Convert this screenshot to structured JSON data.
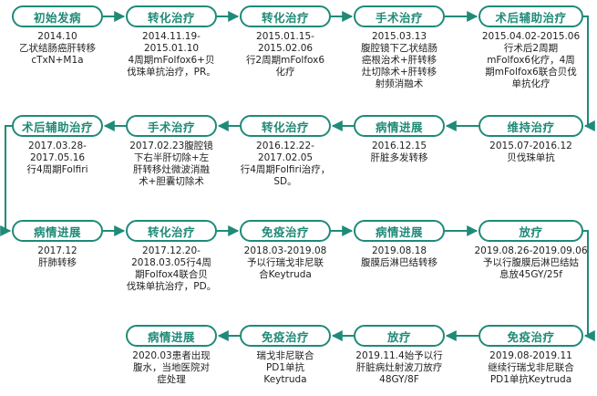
{
  "colors": {
    "accent": "#1f8a78",
    "text": "#222222"
  },
  "rows": [
    {
      "direction": "ltr",
      "steps": [
        {
          "label": "初始发病",
          "desc": "2014.10\n乙状结肠癌肝转移\ncTxN+M1a"
        },
        {
          "label": "转化治疗",
          "desc": "2014.11.19-\n2015.01.10\n4周期mFolfox6+贝\n伐珠单抗治疗，PR。"
        },
        {
          "label": "转化治疗",
          "desc": "2015.01.15-\n2015.02.06\n行2周期mFolfox6\n化疗"
        },
        {
          "label": "手术治疗",
          "desc": "2015.03.13\n腹腔镜下乙状结肠\n癌根治术+肝转移\n灶切除术+肝转移\n射频消融术"
        },
        {
          "label": "术后辅助治疗",
          "desc": "2015.04.02-2015.06\n行术后2周期\nmFolfox6化疗，4周\n期mFolfox6联合贝伐\n单抗化疗"
        }
      ]
    },
    {
      "direction": "rtl",
      "steps": [
        {
          "label": "维持治疗",
          "desc": "2015.07-2016.12\n贝伐珠单抗"
        },
        {
          "label": "病情进展",
          "desc": "2016.12.15\n肝脏多发转移"
        },
        {
          "label": "转化治疗",
          "desc": "2016.12.22-\n2017.02.05\n行4周期Folfiri治疗，\nSD。"
        },
        {
          "label": "手术治疗",
          "desc": "2017.02.23腹腔镜\n下右半肝切除+左\n肝转移灶微波消融\n术+胆囊切除术"
        },
        {
          "label": "术后辅助治疗",
          "desc": "2017.03.28-\n2017.05.16\n行4周期Folfiri"
        }
      ]
    },
    {
      "direction": "ltr",
      "steps": [
        {
          "label": "病情进展",
          "desc": "2017.12\n肝肺转移"
        },
        {
          "label": "转化治疗",
          "desc": "2017.12.20-\n2018.03.05行4周\n期Folfox4联合贝\n伐珠单抗治疗，PD。"
        },
        {
          "label": "免疫治疗",
          "desc": "2018.03-2019.08\n予以行瑞戈非尼联\n合Keytruda"
        },
        {
          "label": "病情进展",
          "desc": "2019.08.18\n腹膜后淋巴结转移"
        },
        {
          "label": "放疗",
          "desc": "2019.08.26-2019.09.06\n予以行腹膜后淋巴结姑\n息放45GY/25f"
        }
      ]
    },
    {
      "direction": "rtl",
      "steps": [
        {
          "label": "免疫治疗",
          "desc": "2019.08-2019.11\n继续行瑞戈非尼联合\nPD1单抗Keytruda"
        },
        {
          "label": "放疗",
          "desc": "2019.11.4始予以行\n肝脏病灶射波刀放疗\n48GY/8F"
        },
        {
          "label": "免疫治疗",
          "desc": "瑞戈非尼联合\nPD1单抗\nKeytruda"
        },
        {
          "label": "病情进展",
          "desc": "2020.03患者出现\n腹水，当地医院对\n症处理"
        }
      ]
    }
  ]
}
